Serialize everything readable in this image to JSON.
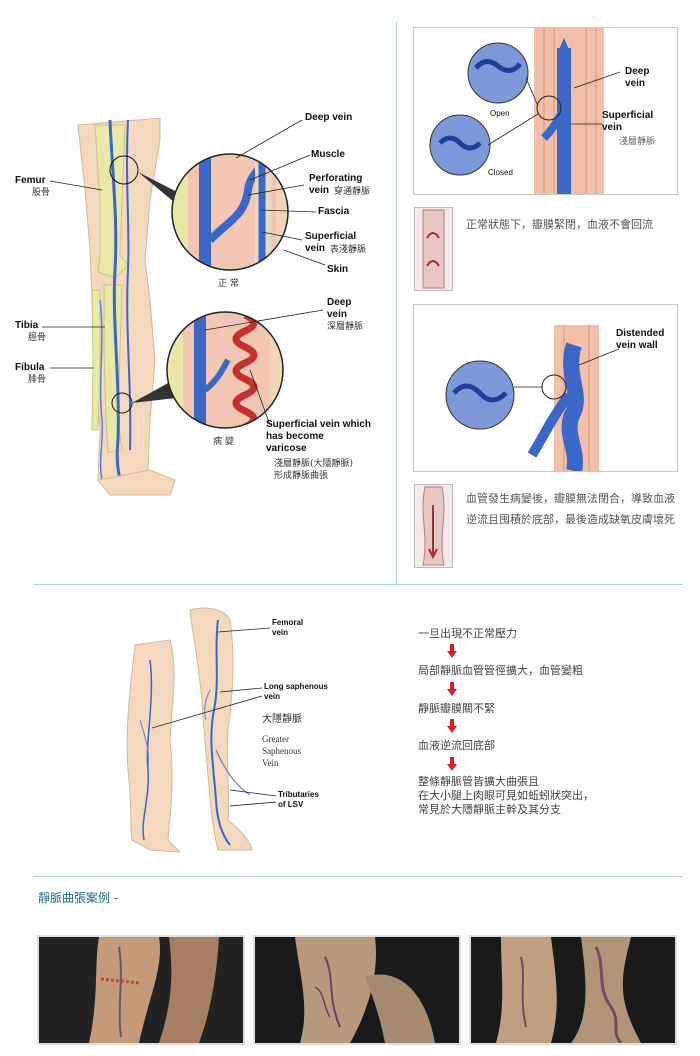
{
  "anatomy": {
    "deep_vein": "Deep vein",
    "muscle": "Muscle",
    "perforating_vein": "Perforating\nvein",
    "perforating_vein_cn": "穿通靜脈",
    "fascia": "Fascia",
    "superficial_vein": "Superficial\nvein",
    "superficial_vein_cn": "表淺靜脈",
    "skin": "Skin",
    "normal_cn": "正  常",
    "deep_vein_2": "Deep\nvein",
    "deep_vein_2_cn": "深層靜脈",
    "varicose_label": "Superficial vein which\nhas become\nvaricose",
    "varicose_cn": "淺層靜脈(大隱靜脈)\n形成靜脈曲張",
    "diseased_cn": "病    變",
    "femur": "Femur",
    "femur_cn": "股骨",
    "tibia": "Tibia",
    "tibia_cn": "脛骨",
    "fibula": "Fibula",
    "fibula_cn": "腓骨"
  },
  "valve_panel": {
    "open": "Open",
    "closed": "Closed",
    "deep_vein": "Deep\nvein",
    "superficial_vein": "Superficial\nvein",
    "superficial_vein_cn": "淺層靜脈",
    "normal_text": "正常狀態下，瓣膜緊閉，血液不會回流"
  },
  "distended_panel": {
    "label": "Distended\nvein wall",
    "text": "血管發生病變後，瓣膜無法閉合，導致血液逆流且囤積於底部，最後造成缺氧皮膚壞死"
  },
  "gsv": {
    "femoral_vein": "Femoral\nvein",
    "long_saphenous": "Long saphenous\nvein",
    "gsv_cn": "大隱靜脈",
    "gsv_en": "Greater\nSaphenous\nVein",
    "tributaries": "Tributaries\nof LSV"
  },
  "flow": {
    "steps": [
      "一旦出現不正常壓力",
      "局部靜脈血管管徑擴大，血管變粗",
      "靜脈瓣膜關不緊",
      "血液逆流回底部",
      "整條靜脈管皆擴大曲張且\n在大小腿上肉眼可見如蚯蚓狀突出，\n常見於大隱靜脈主幹及其分支"
    ],
    "arrow_color": "#d42020"
  },
  "cases": {
    "title": "靜脈曲張案例 -"
  },
  "colors": {
    "divider": "#a8d8d0",
    "vein_blue": "#3a67c8",
    "muscle_red": "#e8a592",
    "bone_yellow": "#eaeaa8",
    "skin": "#f4d9bf"
  }
}
